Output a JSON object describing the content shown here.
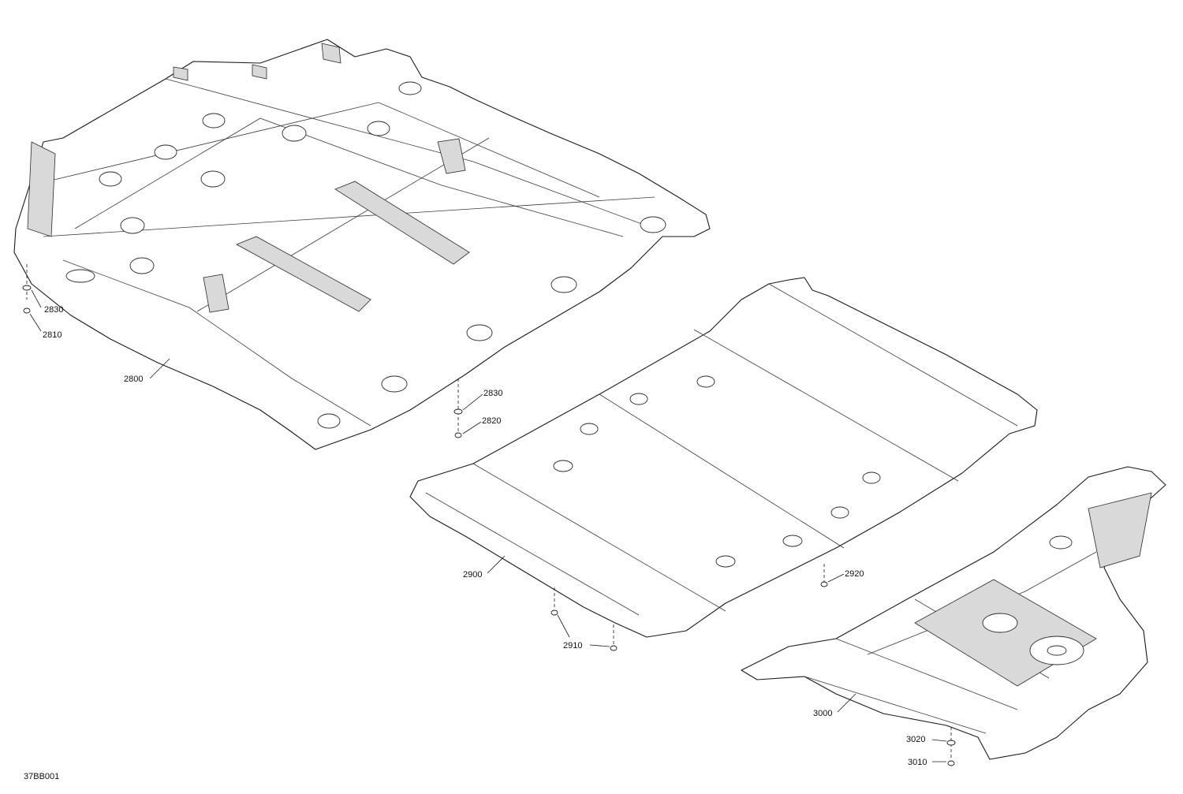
{
  "diagram": {
    "reference": "37BB001",
    "callouts": {
      "c2800": "2800",
      "c2810": "2810",
      "c2830a": "2830",
      "c2830b": "2830",
      "c2820": "2820",
      "c2900": "2900",
      "c2910": "2910",
      "c2920": "2920",
      "c3000": "3000",
      "c3010": "3010",
      "c3020": "3020"
    }
  }
}
